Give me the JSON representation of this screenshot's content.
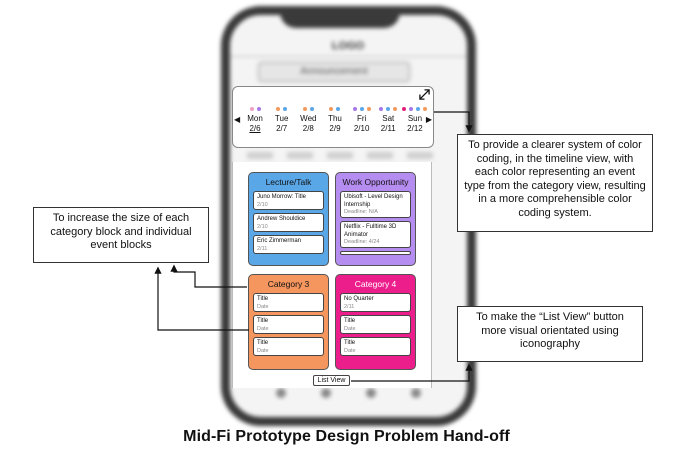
{
  "phone": {
    "logo": "LOGO",
    "announcement": "Announcement"
  },
  "timeline": {
    "selected_index": 0,
    "days": [
      {
        "name": "Mon",
        "date": "2/6",
        "dots": [
          "#f2a1c4",
          "#a678e6"
        ]
      },
      {
        "name": "Tue",
        "date": "2/7",
        "dots": [
          "#f29a5e",
          "#5aa7e8"
        ]
      },
      {
        "name": "Wed",
        "date": "2/8",
        "dots": [
          "#f29a5e",
          "#5aa7e8"
        ]
      },
      {
        "name": "Thu",
        "date": "2/9",
        "dots": [
          "#f29a5e",
          "#5aa7e8"
        ]
      },
      {
        "name": "Fri",
        "date": "2/10",
        "dots": [
          "#a678e6",
          "#5aa7e8",
          "#f29a5e"
        ]
      },
      {
        "name": "Sat",
        "date": "2/11",
        "dots": [
          "#a678e6",
          "#5aa7e8",
          "#f29a5e"
        ]
      },
      {
        "name": "Sun",
        "date": "2/12",
        "dots": [
          "#e0207a",
          "#a678e6",
          "#5aa7e8",
          "#f29a5e"
        ]
      }
    ]
  },
  "categories": {
    "lecture": {
      "title": "Lecture/Talk",
      "color": "#5aa7e8",
      "events": [
        {
          "title": "Juno Morrow: Title",
          "sub": "2/10"
        },
        {
          "title": "Andrew Shouldice",
          "sub": "2/10"
        },
        {
          "title": "Eric Zimmerman",
          "sub": "2/11"
        }
      ]
    },
    "work": {
      "title": "Work Opportunity",
      "color": "#b58cf0",
      "events": [
        {
          "title": "Ubisoft - Level Design Internship",
          "sub": "Deadline: N/A"
        },
        {
          "title": "Netflix - Fulltime 3D Animator",
          "sub": "Deadline: 4/24"
        }
      ]
    },
    "cat3": {
      "title": "Category 3",
      "color": "#f5965f",
      "events": [
        {
          "title": "Title",
          "sub": "Date"
        },
        {
          "title": "Title",
          "sub": "Date"
        },
        {
          "title": "Title",
          "sub": "Date"
        }
      ]
    },
    "cat4": {
      "title": "Category 4",
      "color": "#ec1e8c",
      "events": [
        {
          "title": "No Quarter",
          "sub": "2/11"
        },
        {
          "title": "Title",
          "sub": "Date"
        },
        {
          "title": "Title",
          "sub": "Date"
        }
      ]
    }
  },
  "list_view_label": "List View",
  "notes": {
    "color_coding": "To provide a clearer system of color coding, in the timeline view, with each color representing an event type from the category view, resulting in a more comprehensible color coding system.",
    "size": "To increase the size of each category block and individual event blocks",
    "list_view": "To make the “List View” button more visual orientated using iconography"
  },
  "caption": "Mid-Fi Prototype Design Problem Hand-off"
}
